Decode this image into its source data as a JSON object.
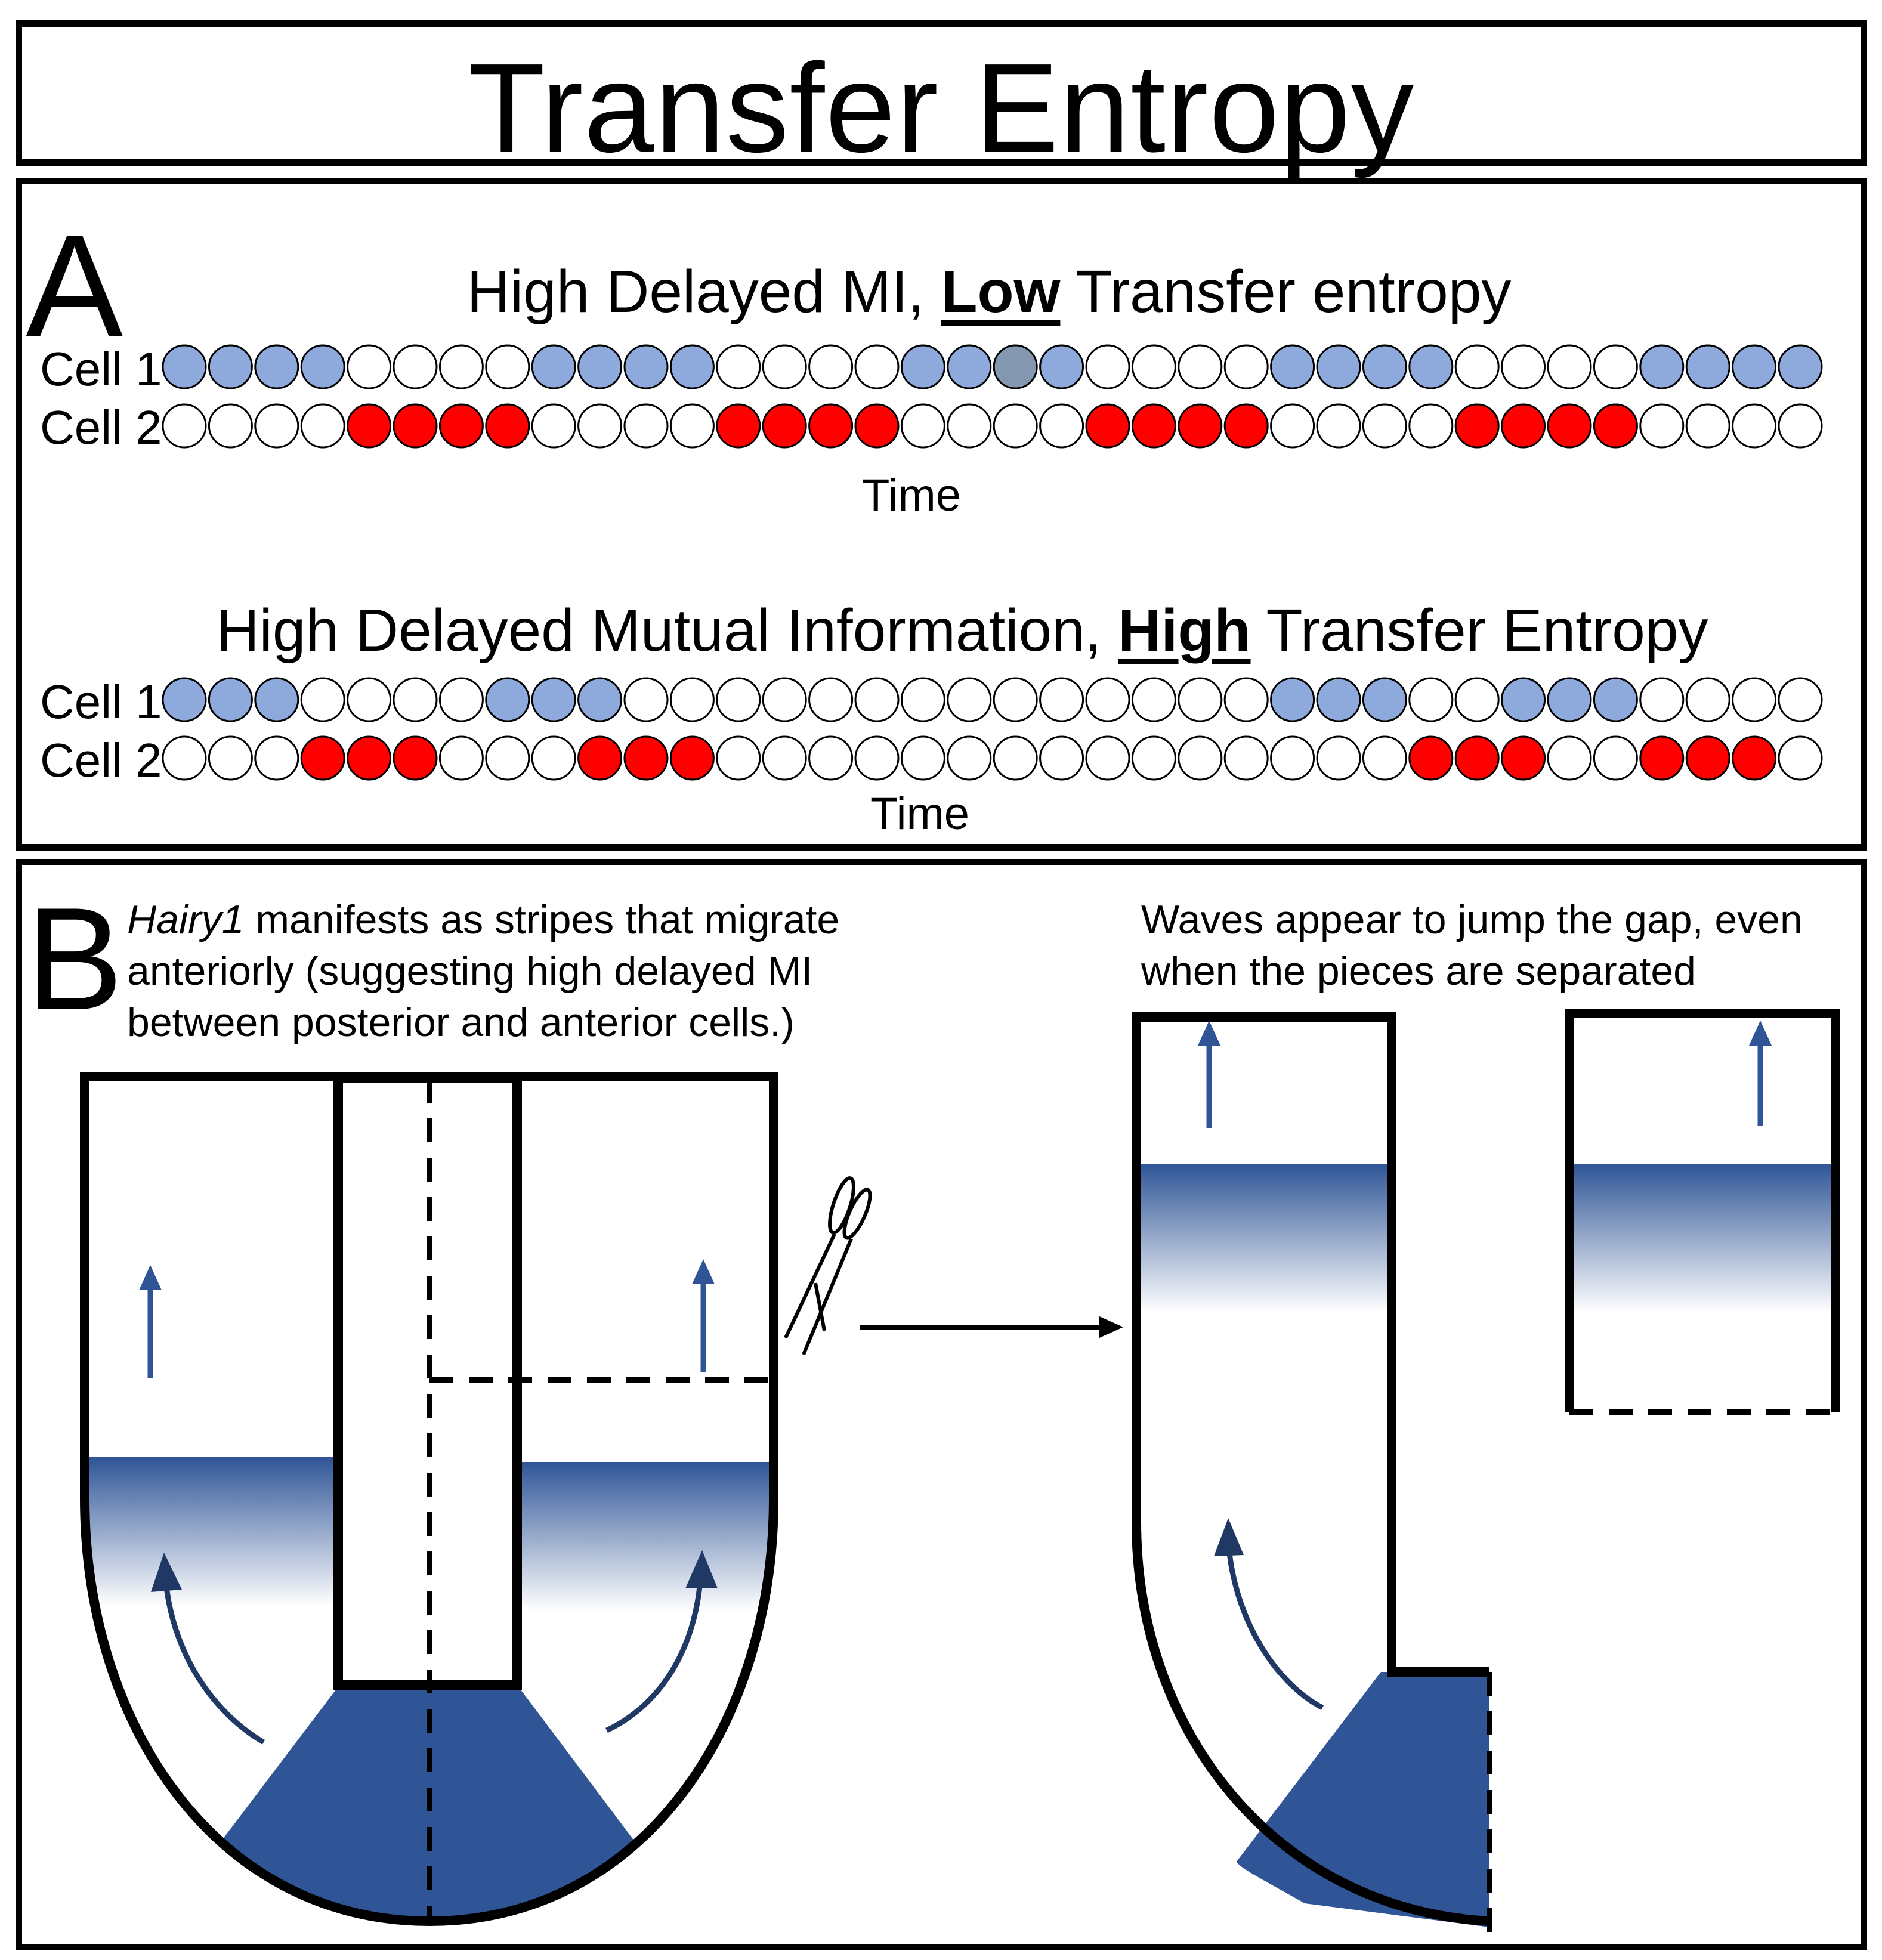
{
  "title": "Transfer Entropy",
  "colors": {
    "blue_cell": "#8ea9db",
    "gray_cell": "#8497b0",
    "red_cell": "#ff0000",
    "empty_cell": "#ffffff",
    "wave_blue": "#2f5597",
    "arrow_blue": "#2f5597",
    "stroke": "#000000"
  },
  "panel_a": {
    "letter": "A",
    "example_1": {
      "heading_pre": "High Delayed MI, ",
      "heading_emph": "Low",
      "heading_post": " Transfer entropy",
      "row_labels": [
        "Cell 1",
        "Cell 2"
      ],
      "cell1": [
        "b",
        "b",
        "b",
        "b",
        "w",
        "w",
        "w",
        "w",
        "b",
        "b",
        "b",
        "b",
        "w",
        "w",
        "w",
        "w",
        "b",
        "b",
        "g",
        "b",
        "w",
        "w",
        "w",
        "w",
        "b",
        "b",
        "b",
        "b",
        "w",
        "w",
        "w",
        "w",
        "b",
        "b",
        "b",
        "b"
      ],
      "cell2": [
        "w",
        "w",
        "w",
        "w",
        "r",
        "r",
        "r",
        "r",
        "w",
        "w",
        "w",
        "w",
        "r",
        "r",
        "r",
        "r",
        "w",
        "w",
        "w",
        "w",
        "r",
        "r",
        "r",
        "r",
        "w",
        "w",
        "w",
        "w",
        "r",
        "r",
        "r",
        "r",
        "w",
        "w",
        "w",
        "w"
      ],
      "axis_label": "Time"
    },
    "example_2": {
      "heading_pre": "High Delayed Mutual Information, ",
      "heading_emph": "High",
      "heading_post": " Transfer Entropy",
      "row_labels": [
        "Cell 1",
        "Cell 2"
      ],
      "cell1": [
        "b",
        "b",
        "b",
        "w",
        "w",
        "w",
        "w",
        "b",
        "b",
        "b",
        "w",
        "w",
        "w",
        "w",
        "w",
        "w",
        "w",
        "w",
        "w",
        "w",
        "w",
        "w",
        "w",
        "w",
        "b",
        "b",
        "b",
        "w",
        "w",
        "b",
        "b",
        "b",
        "w",
        "w",
        "w",
        "w"
      ],
      "cell2": [
        "w",
        "w",
        "w",
        "r",
        "r",
        "r",
        "w",
        "w",
        "w",
        "r",
        "r",
        "r",
        "w",
        "w",
        "w",
        "w",
        "w",
        "w",
        "w",
        "w",
        "w",
        "w",
        "w",
        "w",
        "w",
        "w",
        "w",
        "r",
        "r",
        "r",
        "w",
        "w",
        "r",
        "r",
        "r",
        "w"
      ],
      "axis_label": "Time"
    }
  },
  "panel_b": {
    "letter": "B",
    "caption_left": {
      "gene": "Hairy1",
      "line1": " manifests as stripes that migrate",
      "line2": "anteriorly (suggesting high delayed MI",
      "line3": "between posterior and anterior cells.)"
    },
    "caption_right": {
      "line1": "Waves appear to jump the gap, even",
      "line2": "when the pieces are separated"
    },
    "icons": [
      "scissors-icon",
      "arrow-right-icon",
      "arrow-up-icon",
      "curved-arrow-icon"
    ]
  }
}
